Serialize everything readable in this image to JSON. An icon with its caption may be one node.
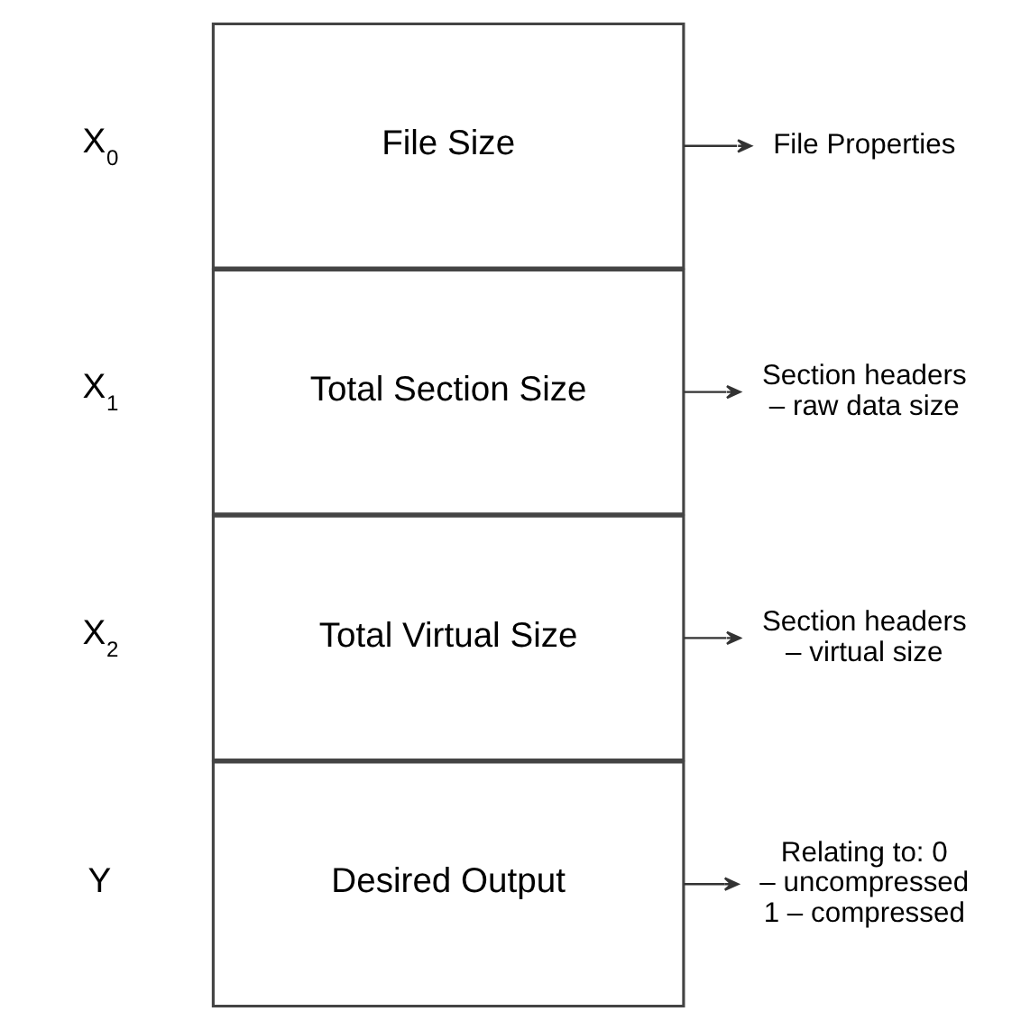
{
  "diagram": {
    "nodes": [
      {
        "text": [
          "File Size"
        ]
      },
      {
        "text": [
          "File Properties"
        ]
      },
      {
        "text": [
          "Total Section Size"
        ]
      },
      {
        "text": [
          "Section headers – raw data size"
        ]
      },
      {
        "text": [
          "Total Virtual Size"
        ]
      },
      {
        "text": [
          "Section headers – virtual size"
        ]
      },
      {
        "text": [
          "Desired Output"
        ]
      },
      {
        "text": [
          "Relating to: 0 – uncompressed 1 – compressed"
        ]
      }
    ],
    "edges": [
      {
        "from": 0,
        "to": 1,
        "arrow": "to"
      },
      {
        "from": 2,
        "to": 3,
        "arrow": "to"
      },
      {
        "from": 4,
        "to": 5,
        "arrow": "to"
      },
      {
        "from": 6,
        "to": 7,
        "arrow": "to"
      }
    ],
    "labels": [
      "X$_{0}$",
      "X$_{1}$",
      "X$_{2}$",
      "Y"
    ]
  }
}
